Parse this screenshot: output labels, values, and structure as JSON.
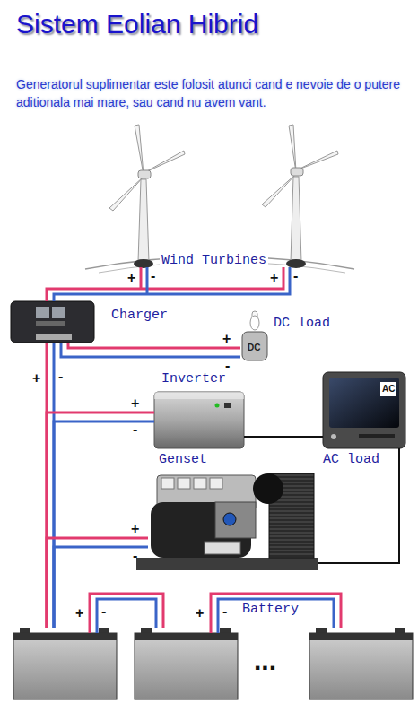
{
  "diagram": {
    "title": "Sistem Eolian Hibrid",
    "nodes": [
      {
        "text": [
          "Wind Turbines"
        ]
      },
      {
        "text": [
          "Charger"
        ]
      },
      {
        "text": [
          "DC load"
        ]
      },
      {
        "text": [
          "Inverter"
        ]
      },
      {
        "text": [
          "AC load"
        ]
      },
      {
        "text": [
          "Genset"
        ]
      },
      {
        "text": [
          "Battery"
        ]
      }
    ],
    "edges": [
      {
        "from": 0,
        "to": 1,
        "arrow": "none"
      },
      {
        "from": 1,
        "to": 2,
        "arrow": "none"
      },
      {
        "from": 1,
        "to": 6,
        "arrow": "none"
      },
      {
        "from": 3,
        "to": 6,
        "arrow": "none"
      },
      {
        "from": 5,
        "to": 6,
        "arrow": "none"
      },
      {
        "from": 3,
        "to": 4,
        "arrow": "none"
      },
      {
        "from": 5,
        "to": 4,
        "arrow": "none"
      }
    ],
    "labels": [
      "+",
      "-",
      "+",
      "-",
      "+",
      "-",
      "+",
      "-",
      "DC",
      "+",
      "-",
      "AC",
      "+",
      "-",
      "+",
      "-",
      "+",
      "-",
      "...",
      "Generatorul suplimentar este folosit atunci cand e nevoie de o putere aditionala mai mare, sau cand nu avem vant."
    ]
  }
}
